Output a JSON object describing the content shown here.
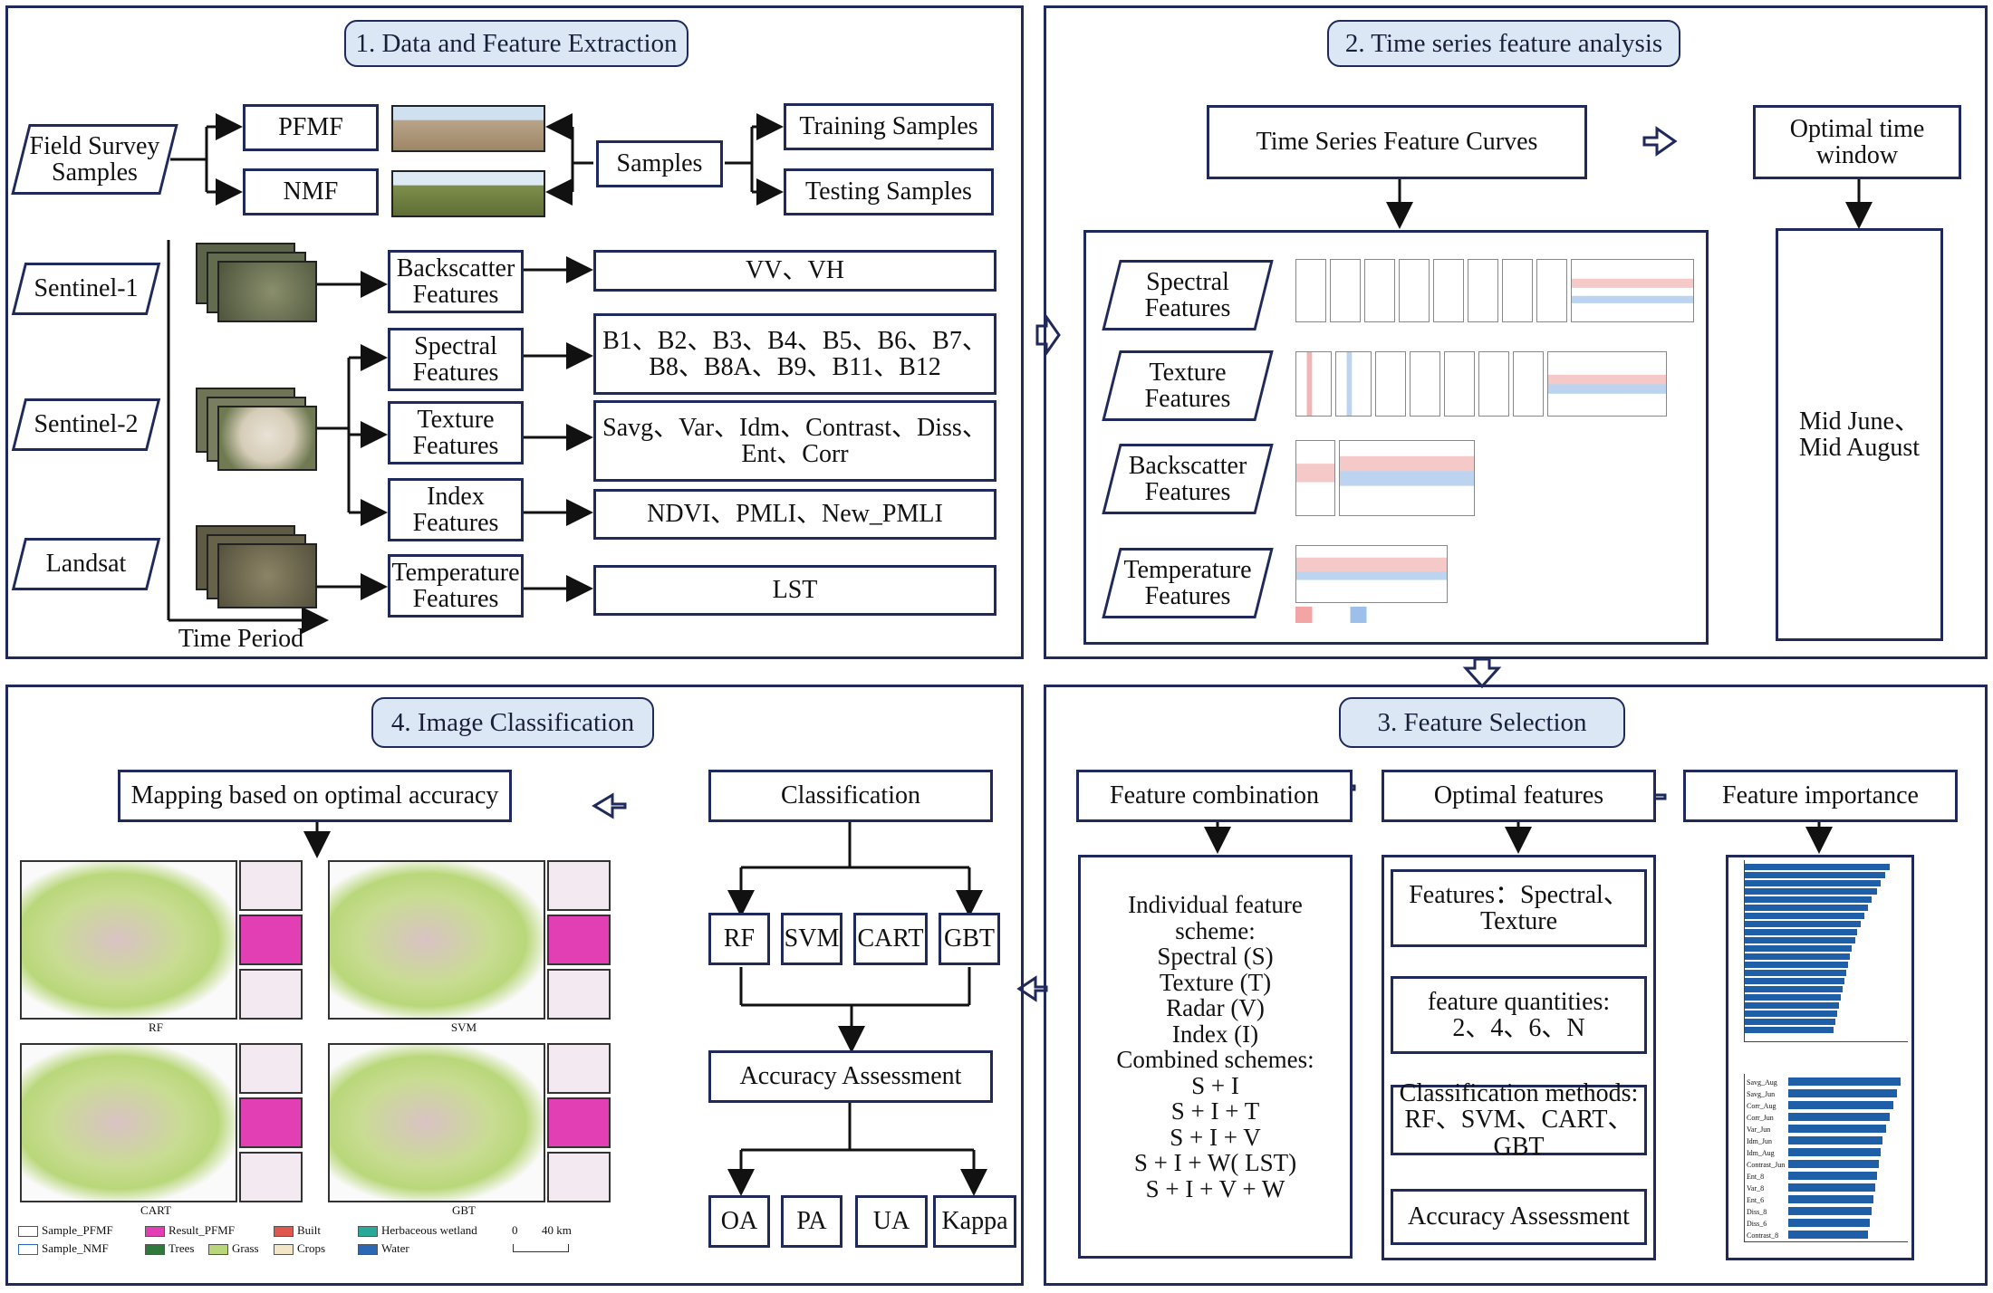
{
  "panels": {
    "p1": {
      "title": "1. Data and Feature Extraction"
    },
    "p2": {
      "title": "2. Time series feature analysis"
    },
    "p3": {
      "title": "3. Feature Selection"
    },
    "p4": {
      "title": "4. Image Classification"
    }
  },
  "p1": {
    "field_survey": "Field Survey Samples",
    "pfmf": "PFMF",
    "nmf": "NMF",
    "samples": "Samples",
    "training": "Training Samples",
    "testing": "Testing Samples",
    "sentinel1": "Sentinel-1",
    "sentinel2": "Sentinel-2",
    "landsat": "Landsat",
    "time_period": "Time Period",
    "features": [
      {
        "name": "Backscatter Features",
        "values": "VV、VH"
      },
      {
        "name": "Spectral Features",
        "values": "B1、B2、B3、B4、B5、B6、B7、B8、B8A、B9、B11、B12"
      },
      {
        "name": "Texture Features",
        "values": "Savg、Var、Idm、Contrast、Diss、Ent、Corr"
      },
      {
        "name": "Index Features",
        "values": "NDVI、PMLI、New_PMLI"
      },
      {
        "name": "Temperature Features",
        "values": "LST"
      }
    ]
  },
  "p2": {
    "curves": "Time Series Feature Curves",
    "optimal_window": "Optimal time window",
    "window_value": "Mid June、Mid August",
    "spectral": "Spectral Features",
    "texture": "Texture Features",
    "backscatter": "Backscatter Features",
    "temperature": "Temperature Features"
  },
  "p3": {
    "combination": "Feature combination",
    "optimal": "Optimal features",
    "importance": "Feature importance",
    "scheme_lines": [
      "Individual feature",
      "scheme:",
      "Spectral (S)",
      "Texture (T)",
      "Radar (V)",
      "Index (I)",
      "Combined schemes:",
      "S + I",
      "S + I + T",
      "S + I + V",
      "S + I + W( LST)",
      "S + I + V + W"
    ],
    "features_box": "Features：Spectral、Texture",
    "quantities_title": "feature quantities:",
    "quantities": "2、4、6、N",
    "methods_title": "Classification methods:",
    "methods": "RF、SVM、CART、GBT",
    "accuracy": "Accuracy Assessment",
    "chart_labels": [
      "Savg_Aug",
      "Savg_Jun",
      "Corr_Aug",
      "Corr_Jun",
      "Var_Jun",
      "Idm_Jun",
      "Idm_Aug",
      "Contrast_Jun",
      "Ent_8",
      "Var_8",
      "Ent_6",
      "Diss_8",
      "Diss_6",
      "Contrast_8"
    ]
  },
  "p4": {
    "mapping": "Mapping based on optimal accuracy",
    "classification": "Classification",
    "methods": [
      "RF",
      "SVM",
      "CART",
      "GBT"
    ],
    "accuracy": "Accuracy Assessment",
    "metrics": [
      "OA",
      "PA",
      "UA",
      "Kappa"
    ],
    "map_labels": [
      "RF",
      "SVM",
      "CART",
      "GBT"
    ],
    "legend": [
      "Sample_PFMF",
      "Result_PFMF",
      "Built",
      "Herbaceous wetland",
      "Sample_NMF",
      "Trees",
      "Grass",
      "Crops",
      "Water"
    ],
    "scale": [
      "0",
      "40 km"
    ],
    "colors": {
      "result": "#e33fb4",
      "built": "#e0574f",
      "wetland": "#2aa89a",
      "trees": "#2f7a3a",
      "grass": "#b9d77a",
      "crops": "#f3e6c6",
      "water": "#2b67b5"
    }
  }
}
